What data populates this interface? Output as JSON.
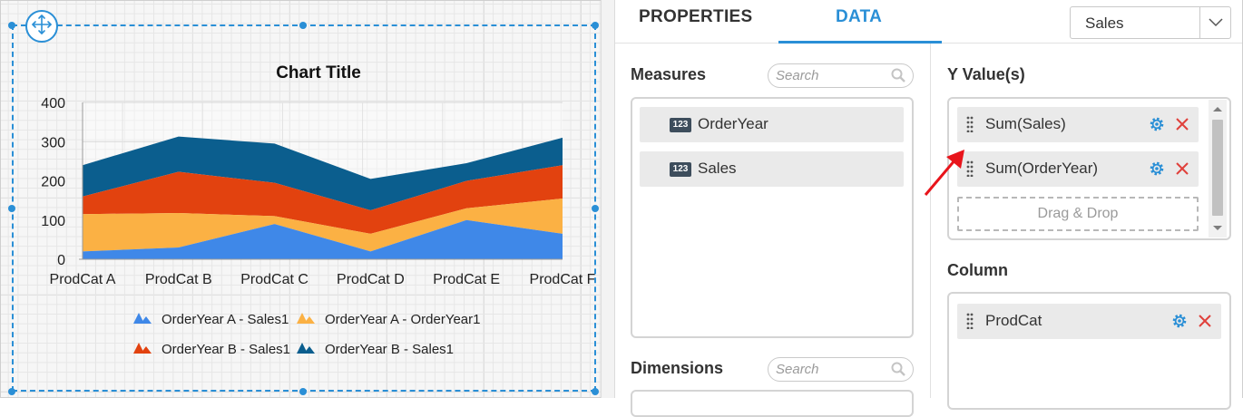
{
  "chart_data": {
    "type": "area",
    "stacked": true,
    "title": "Chart Title",
    "categories": [
      "ProdCat A",
      "ProdCat B",
      "ProdCat C",
      "ProdCat D",
      "ProdCat E",
      "ProdCat F"
    ],
    "ylim": [
      0,
      400
    ],
    "yticks": [
      "0",
      "100",
      "200",
      "300",
      "400"
    ],
    "grid": true,
    "legend_position": "bottom",
    "series": [
      {
        "name": "OrderYear A - Sales1",
        "color": "#3f88e8",
        "values": [
          20,
          30,
          90,
          20,
          100,
          65
        ]
      },
      {
        "name": "OrderYear A - OrderYear1",
        "color": "#fbb144",
        "values": [
          95,
          88,
          20,
          45,
          30,
          90
        ]
      },
      {
        "name": "OrderYear B - Sales1",
        "color": "#e2420f",
        "values": [
          45,
          105,
          85,
          60,
          70,
          85
        ]
      },
      {
        "name": "OrderYear B - Sales1",
        "color": "#0b5e8e",
        "values": [
          80,
          90,
          100,
          80,
          45,
          70
        ]
      }
    ]
  },
  "panel": {
    "tabs": [
      {
        "label": "PROPERTIES",
        "active": false
      },
      {
        "label": "DATA",
        "active": true
      }
    ],
    "datasource": {
      "selected": "Sales"
    },
    "measures": {
      "title": "Measures",
      "search_placeholder": "Search",
      "items": [
        {
          "badge": "123",
          "label": "OrderYear"
        },
        {
          "badge": "123",
          "label": "Sales"
        }
      ]
    },
    "dimensions": {
      "title": "Dimensions",
      "search_placeholder": "Search"
    },
    "y_values": {
      "title": "Y Value(s)",
      "items": [
        {
          "label": "Sum(Sales)"
        },
        {
          "label": "Sum(OrderYear)"
        }
      ],
      "dropzone": "Drag & Drop"
    },
    "column": {
      "title": "Column",
      "items": [
        {
          "label": "ProdCat"
        }
      ]
    }
  },
  "colors": {
    "accent": "#2a8fd6",
    "remove": "#e0413b",
    "annotation_arrow": "#e8141b"
  },
  "icons": {
    "move": "move-arrows-icon",
    "search": "search-icon",
    "settings": "gear-icon",
    "remove": "close-icon",
    "drag": "grip-icon",
    "dropdown": "chevron-down-icon"
  }
}
